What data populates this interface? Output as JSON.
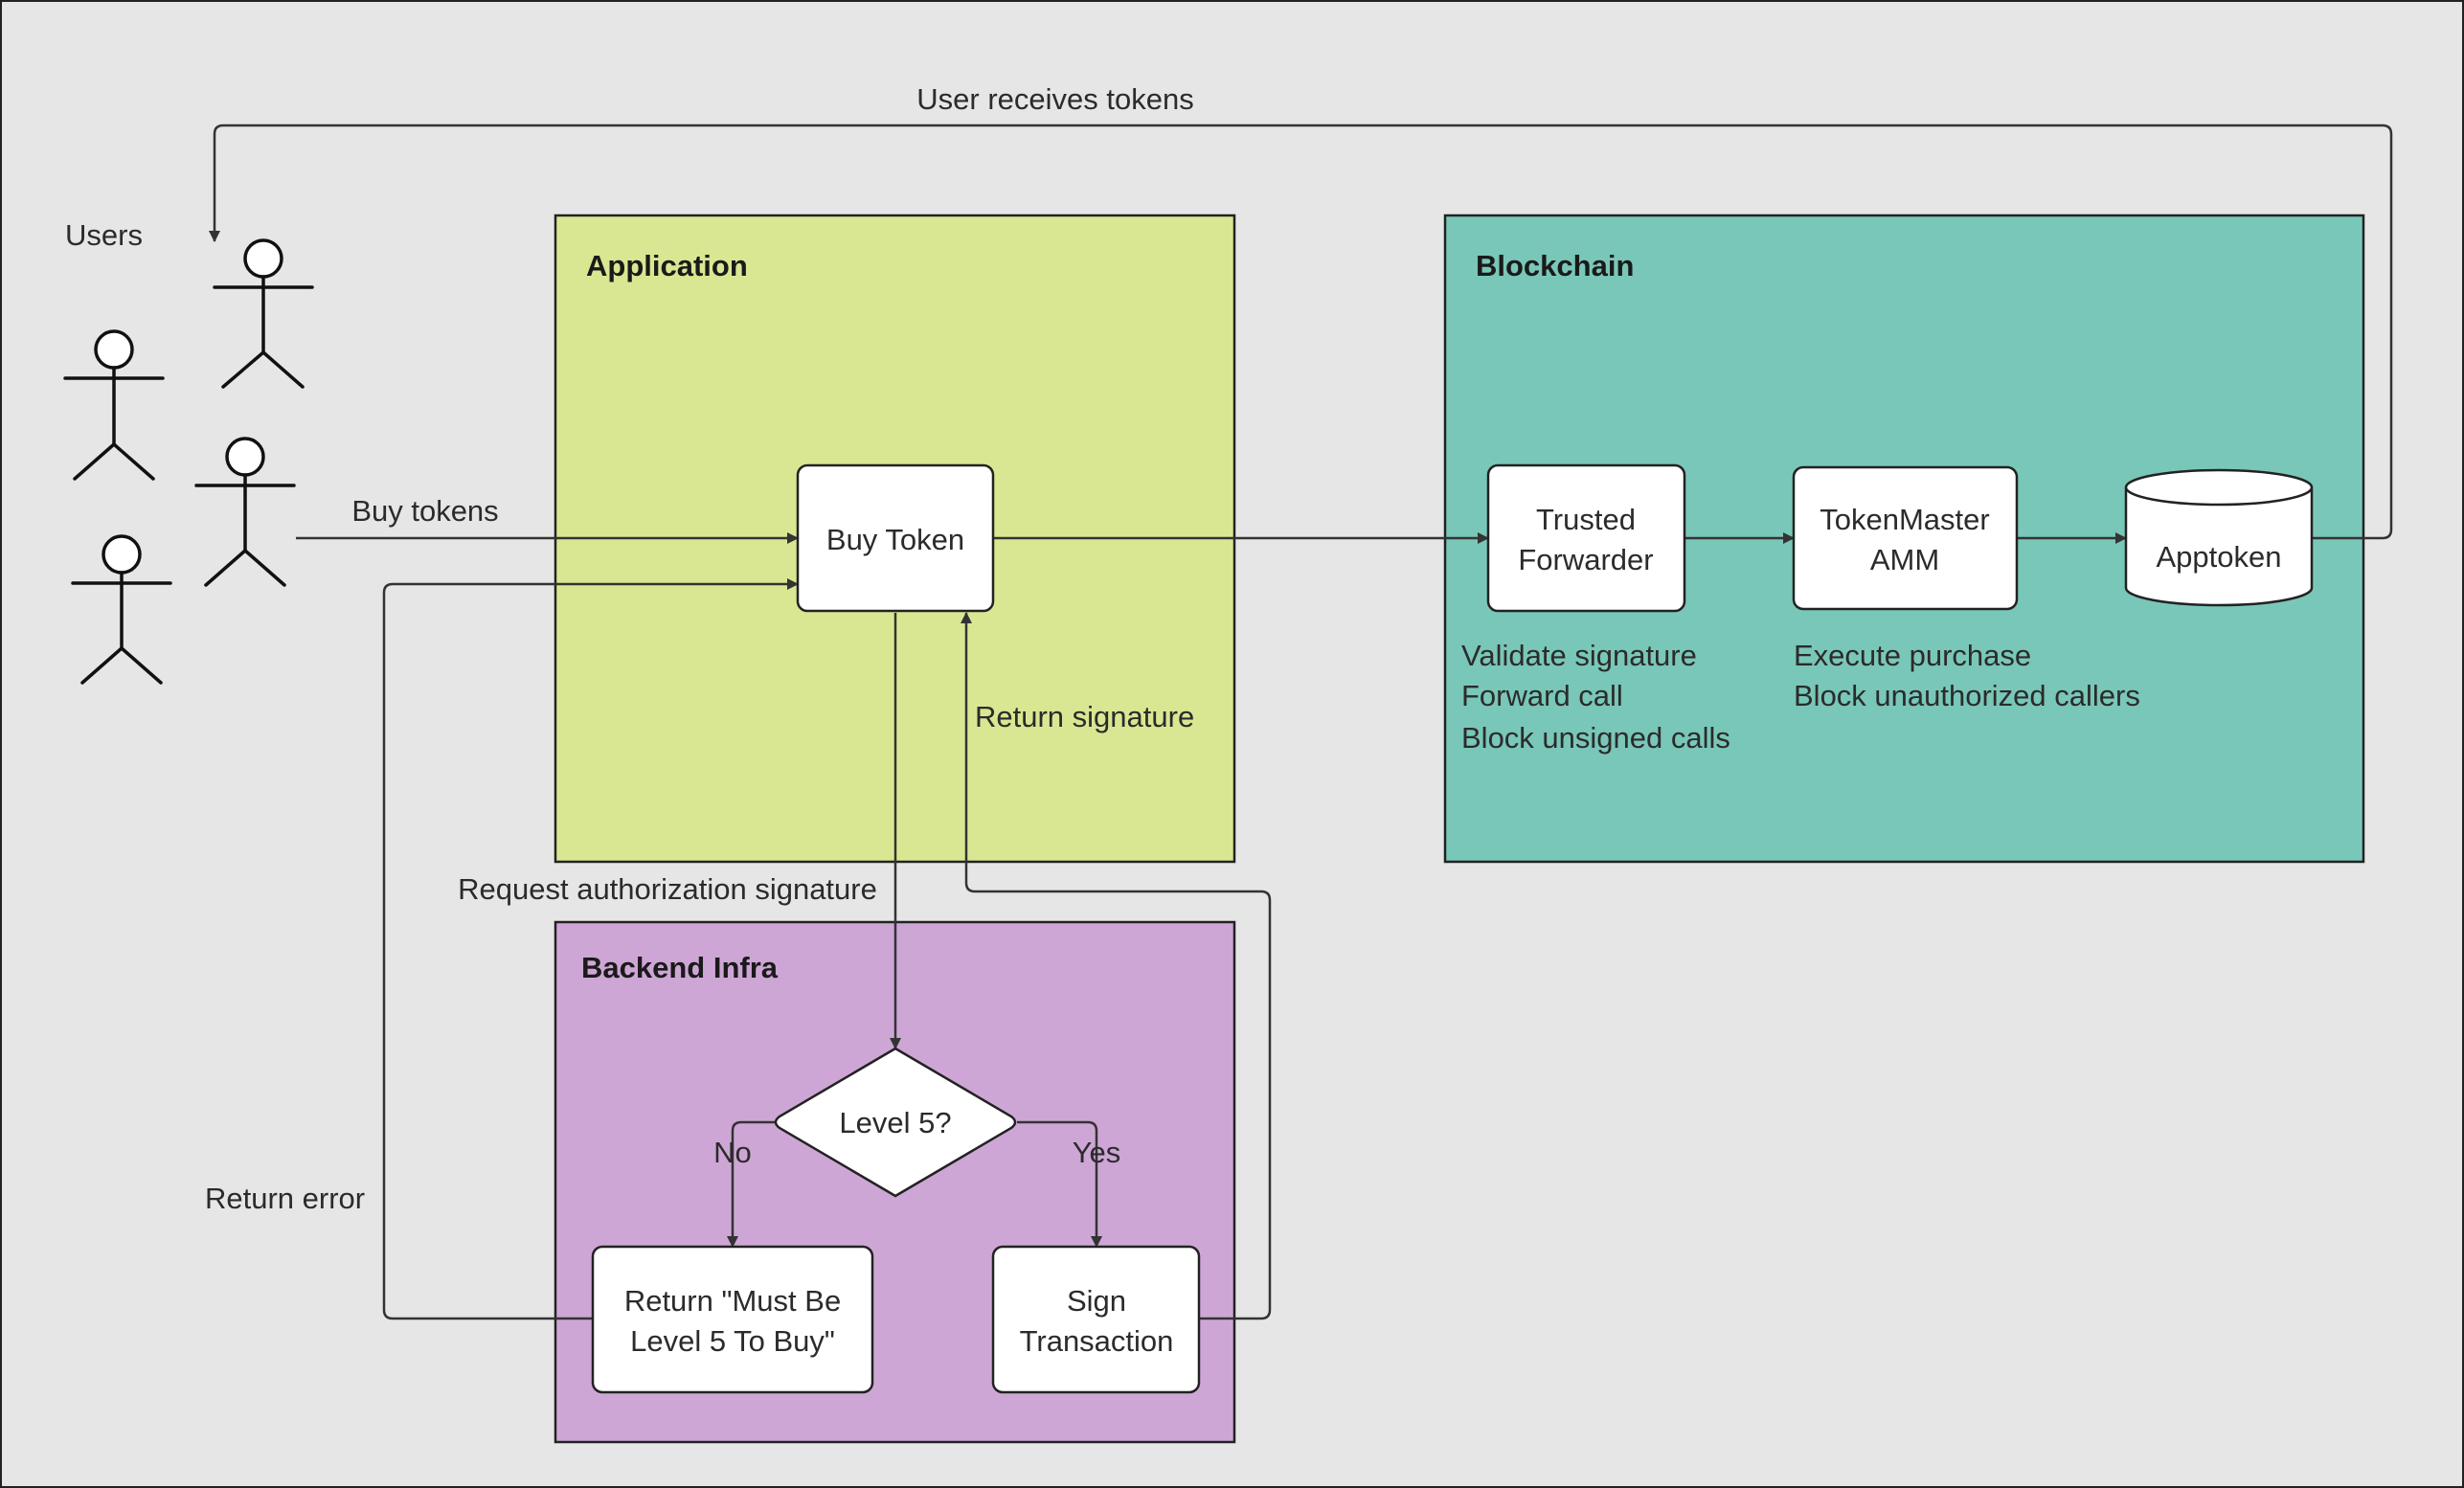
{
  "colors": {
    "background": "#e6e6e6",
    "application": "#dae792",
    "blockchain": "#79c7b8",
    "backend": "#cea6d6"
  },
  "groups": {
    "application": "Application",
    "blockchain": "Blockchain",
    "backend": "Backend Infra"
  },
  "users_label": "Users",
  "nodes": {
    "buy_token": "Buy Token",
    "trusted_forwarder": [
      "Trusted",
      "Forwarder"
    ],
    "tokenmaster_amm": [
      "TokenMaster",
      "AMM"
    ],
    "apptoken": "Apptoken",
    "level5_decision": "Level 5?",
    "return_error_box": [
      "Return \"Must Be",
      "Level 5 To Buy\""
    ],
    "sign_transaction": [
      "Sign",
      "Transaction"
    ]
  },
  "edges": {
    "user_receives_tokens": "User receives tokens",
    "buy_tokens": "Buy tokens",
    "return_signature": "Return signature",
    "request_authorization": "Request authorization signature",
    "return_error": "Return error",
    "no": "No",
    "yes": "Yes"
  },
  "annotations": {
    "forwarder": [
      "Validate signature",
      "Forward call",
      "Block unsigned calls"
    ],
    "amm": [
      "Execute purchase",
      "Block unauthorized callers"
    ]
  }
}
